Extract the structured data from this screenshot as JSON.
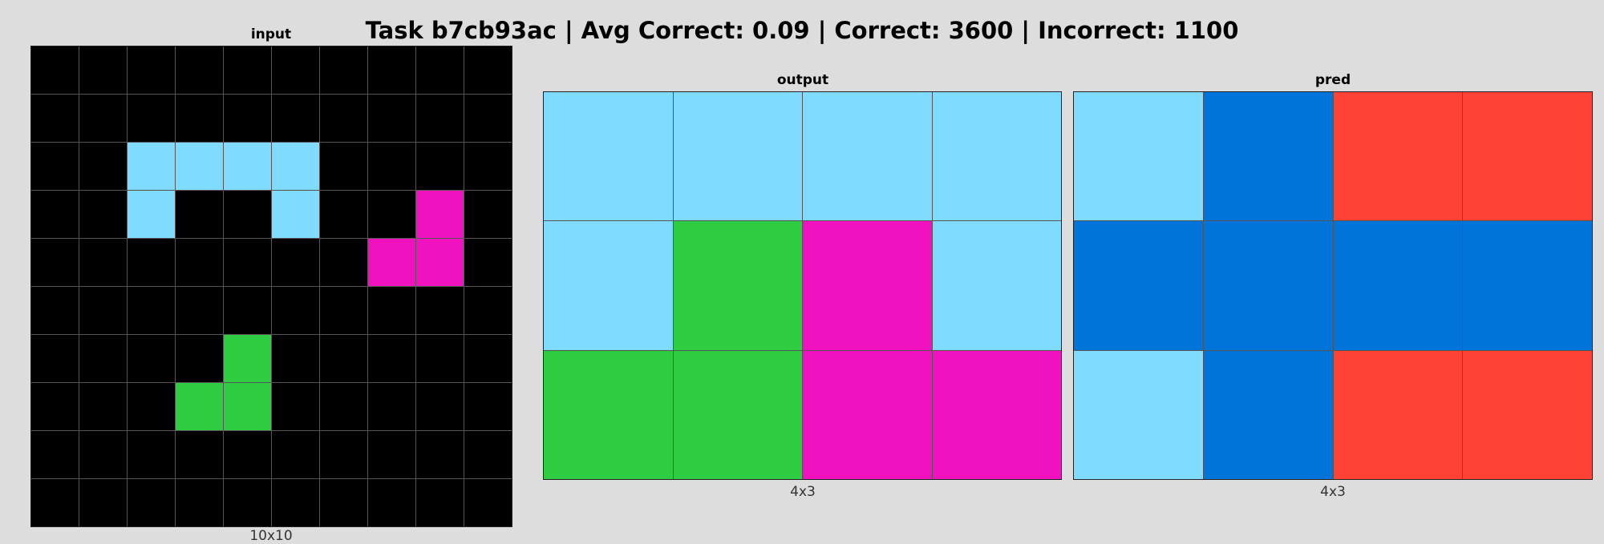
{
  "title": "Task b7cb93ac | Avg Correct: 0.09 | Correct: 3600 | Incorrect: 1100",
  "palette": {
    "0": "#000000",
    "1": "#0074D9",
    "2": "#FF4136",
    "3": "#2ECC40",
    "6": "#F012BE",
    "8": "#7FDBFF"
  },
  "panels": {
    "input": {
      "title": "input",
      "caption": "10x10",
      "grid": [
        [
          0,
          0,
          0,
          0,
          0,
          0,
          0,
          0,
          0,
          0
        ],
        [
          0,
          0,
          0,
          0,
          0,
          0,
          0,
          0,
          0,
          0
        ],
        [
          0,
          0,
          8,
          8,
          8,
          8,
          0,
          0,
          0,
          0
        ],
        [
          0,
          0,
          8,
          0,
          0,
          8,
          0,
          0,
          6,
          0
        ],
        [
          0,
          0,
          0,
          0,
          0,
          0,
          0,
          6,
          6,
          0
        ],
        [
          0,
          0,
          0,
          0,
          0,
          0,
          0,
          0,
          0,
          0
        ],
        [
          0,
          0,
          0,
          0,
          3,
          0,
          0,
          0,
          0,
          0
        ],
        [
          0,
          0,
          0,
          3,
          3,
          0,
          0,
          0,
          0,
          0
        ],
        [
          0,
          0,
          0,
          0,
          0,
          0,
          0,
          0,
          0,
          0
        ],
        [
          0,
          0,
          0,
          0,
          0,
          0,
          0,
          0,
          0,
          0
        ]
      ]
    },
    "output": {
      "title": "output",
      "caption": "4x3",
      "grid": [
        [
          8,
          8,
          8,
          8
        ],
        [
          8,
          3,
          6,
          8
        ],
        [
          3,
          3,
          6,
          6
        ]
      ]
    },
    "pred": {
      "title": "pred",
      "caption": "4x3",
      "grid": [
        [
          8,
          1,
          2,
          2
        ],
        [
          1,
          1,
          1,
          1
        ],
        [
          8,
          1,
          2,
          2
        ]
      ]
    }
  }
}
